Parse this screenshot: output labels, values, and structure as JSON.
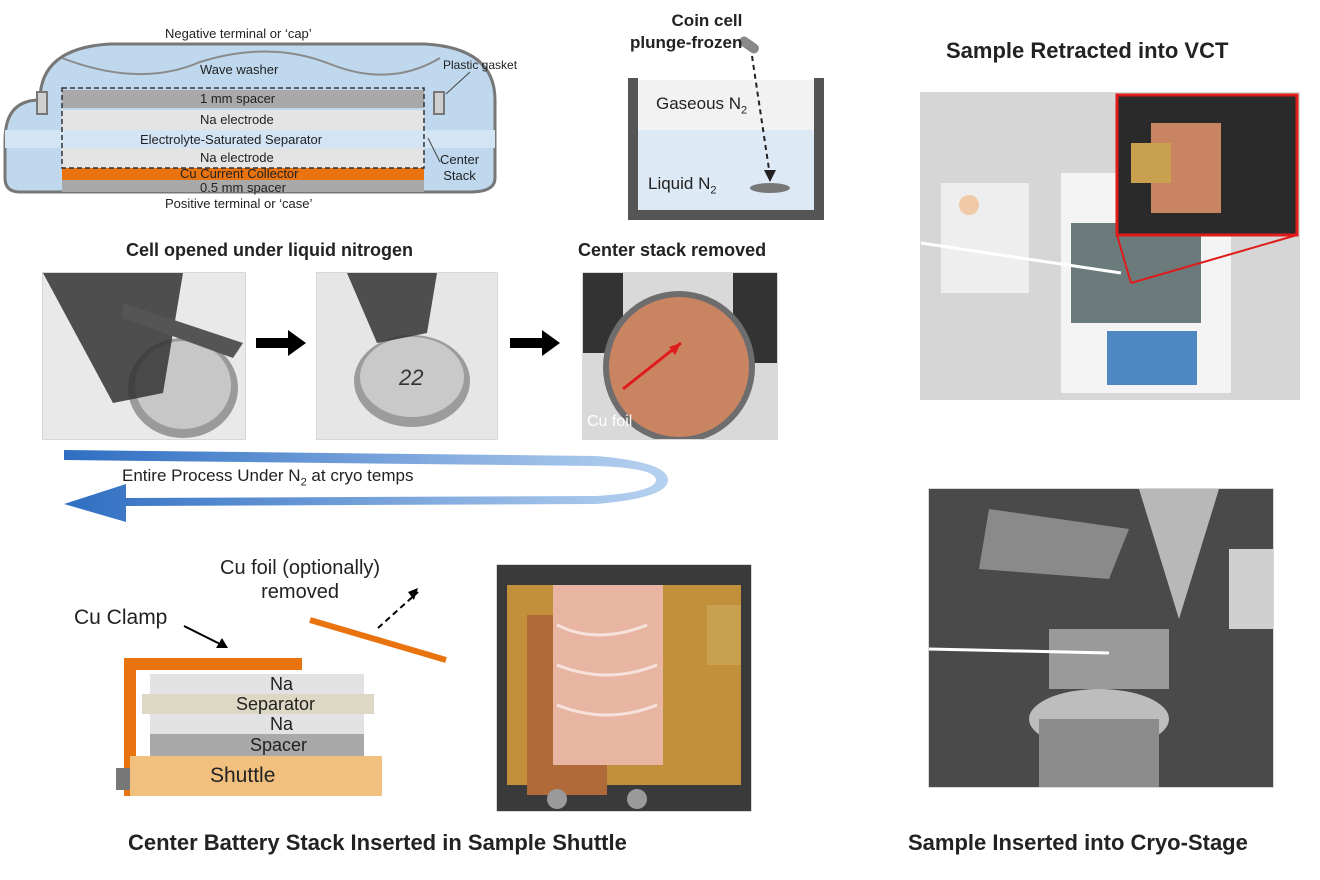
{
  "coin_cell": {
    "neg_terminal": "Negative terminal or ‘cap’",
    "wave_washer": "Wave washer",
    "plastic_gasket": "Plastic gasket",
    "spacer_1mm": "1 mm spacer",
    "na_electrode_top": "Na electrode",
    "separator": "Electrolyte-Saturated Separator",
    "na_electrode_bottom": "Na electrode",
    "cu_collector": "Cu Current Collector",
    "spacer_05mm": "0.5 mm spacer",
    "pos_terminal": "Positive terminal or ‘case’",
    "center_stack_line1": "Center",
    "center_stack_line2": "Stack"
  },
  "plunge": {
    "title_line1": "Coin cell",
    "title_line2": "plunge-frozen",
    "gaseous": "Gaseous N",
    "liquid": "Liquid N",
    "subscript": "2"
  },
  "opening": {
    "title": "Cell opened under liquid nitrogen",
    "coin_mark": "22"
  },
  "center_removed": {
    "title": "Center stack removed",
    "cu_foil": "Cu foil"
  },
  "process": {
    "label_prefix": "Entire Process Under N",
    "label_sub": "2",
    "label_suffix": " at cryo temps"
  },
  "shuttle": {
    "cu_foil_line1": "Cu foil (optionally)",
    "cu_foil_line2": "removed",
    "cu_clamp": "Cu Clamp",
    "layer_na_top": "Na",
    "layer_separator": "Separator",
    "layer_na_bottom": "Na",
    "layer_spacer": "Spacer",
    "layer_shuttle": "Shuttle",
    "caption": "Center Battery Stack Inserted in Sample Shuttle"
  },
  "vct": {
    "title": "Sample Retracted into VCT"
  },
  "cryo": {
    "caption": "Sample Inserted into Cryo-Stage"
  },
  "colors": {
    "orange": "#e8730f",
    "blue_arrow": "#3a78c8",
    "red_callout": "#e01b1b",
    "copper": "#c98462",
    "cell_blue": "#bfd8ee"
  }
}
